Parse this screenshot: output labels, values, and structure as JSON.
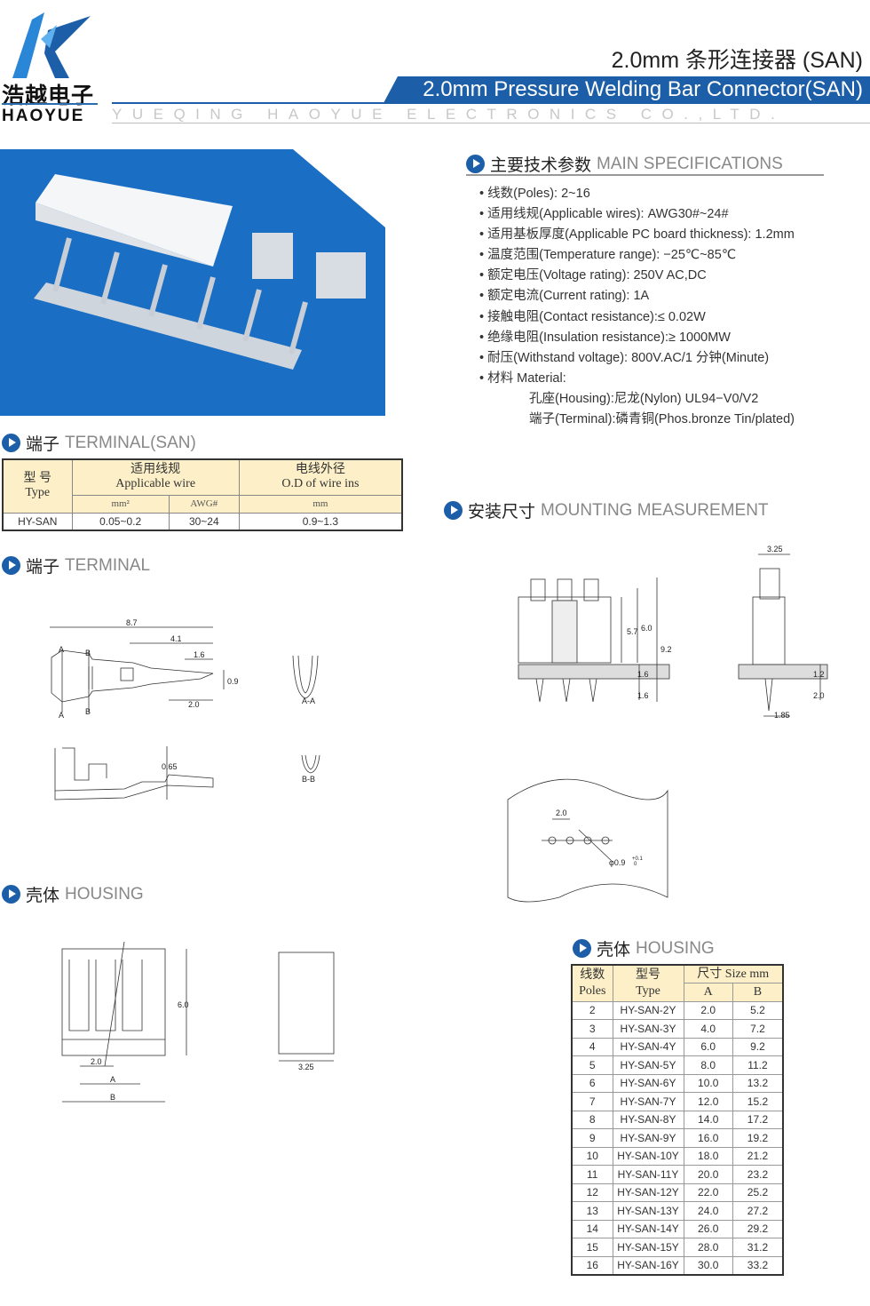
{
  "header": {
    "logo_cn": "浩越电子",
    "logo_en": "HAOYUE",
    "title_cn": "2.0mm 条形连接器 (SAN)",
    "title_en": "2.0mm Pressure Welding Bar Connector(SAN)",
    "company": "YUEQING HAOYUE ELECTRONICS CO.,LTD."
  },
  "specs": {
    "title_cn": "主要技术参数",
    "title_en": "MAIN SPECIFICATIONS",
    "items": [
      "线数(Poles): 2~16",
      "适用线规(Applicable wires): AWG30#~24#",
      "适用基板厚度(Applicable PC board thickness): 1.2mm",
      "温度范围(Temperature range): −25℃~85℃",
      "额定电压(Voltage rating): 250V AC,DC",
      "额定电流(Current rating): 1A",
      "接触电阻(Contact resistance):≤ 0.02W",
      "绝缘电阻(Insulation resistance):≥ 1000MW",
      "耐压(Withstand voltage): 800V.AC/1 分钟(Minute)",
      "材料 Material:"
    ],
    "material": [
      "孔座(Housing):尼龙(Nylon) UL94−V0/V2",
      "端子(Terminal):磷青铜(Phos.bronze Tin/plated)"
    ]
  },
  "terminal_san": {
    "title_cn": "端子",
    "title_en": "TERMINAL(SAN)",
    "headers": {
      "type_cn": "型 号",
      "type_en": "Type",
      "wire_cn": "适用线规",
      "wire_en": "Applicable wire",
      "od_cn": "电线外径",
      "od_en": "O.D of wire ins",
      "mm2": "mm²",
      "awg": "AWG#",
      "mm": "mm"
    },
    "row": {
      "type": "HY-SAN",
      "mm2": "0.05~0.2",
      "awg": "30~24",
      "od": "0.9~1.3"
    }
  },
  "terminal": {
    "title_cn": "端子",
    "title_en": "TERMINAL",
    "dims": [
      "8.7",
      "4.1",
      "1.6",
      "0.9",
      "2.0",
      "A",
      "B",
      "A",
      "B",
      "A-A",
      "0.65",
      "B-B"
    ]
  },
  "mounting": {
    "title_cn": "安装尺寸",
    "title_en": "MOUNTING MEASUREMENT",
    "dims": [
      "3.25",
      "5.7",
      "6.0",
      "9.2",
      "1.6",
      "1.6",
      "1.2",
      "2.0",
      "1.85",
      "2.0",
      "φ0.9",
      "+0.1",
      "0"
    ]
  },
  "housing_drawing": {
    "title_cn": "壳体",
    "title_en": "HOUSING",
    "dims": [
      "6.0",
      "2.0",
      "A",
      "B",
      "3.25"
    ]
  },
  "housing_table": {
    "title_cn": "壳体",
    "title_en": "HOUSING",
    "headers": {
      "poles_cn": "线数",
      "poles_en": "Poles",
      "type_cn": "型号",
      "type_en": "Type",
      "size": "尺寸 Size mm",
      "a": "A",
      "b": "B"
    },
    "rows": [
      [
        "2",
        "HY-SAN-2Y",
        "2.0",
        "5.2"
      ],
      [
        "3",
        "HY-SAN-3Y",
        "4.0",
        "7.2"
      ],
      [
        "4",
        "HY-SAN-4Y",
        "6.0",
        "9.2"
      ],
      [
        "5",
        "HY-SAN-5Y",
        "8.0",
        "11.2"
      ],
      [
        "6",
        "HY-SAN-6Y",
        "10.0",
        "13.2"
      ],
      [
        "7",
        "HY-SAN-7Y",
        "12.0",
        "15.2"
      ],
      [
        "8",
        "HY-SAN-8Y",
        "14.0",
        "17.2"
      ],
      [
        "9",
        "HY-SAN-9Y",
        "16.0",
        "19.2"
      ],
      [
        "10",
        "HY-SAN-10Y",
        "18.0",
        "21.2"
      ],
      [
        "11",
        "HY-SAN-11Y",
        "20.0",
        "23.2"
      ],
      [
        "12",
        "HY-SAN-12Y",
        "22.0",
        "25.2"
      ],
      [
        "13",
        "HY-SAN-13Y",
        "24.0",
        "27.2"
      ],
      [
        "14",
        "HY-SAN-14Y",
        "26.0",
        "29.2"
      ],
      [
        "15",
        "HY-SAN-15Y",
        "28.0",
        "31.2"
      ],
      [
        "16",
        "HY-SAN-16Y",
        "30.0",
        "33.2"
      ]
    ]
  },
  "colors": {
    "brand": "#1c5ea8",
    "photo_bg": "#1a6fc4",
    "table_header": "#fdf0c8"
  }
}
